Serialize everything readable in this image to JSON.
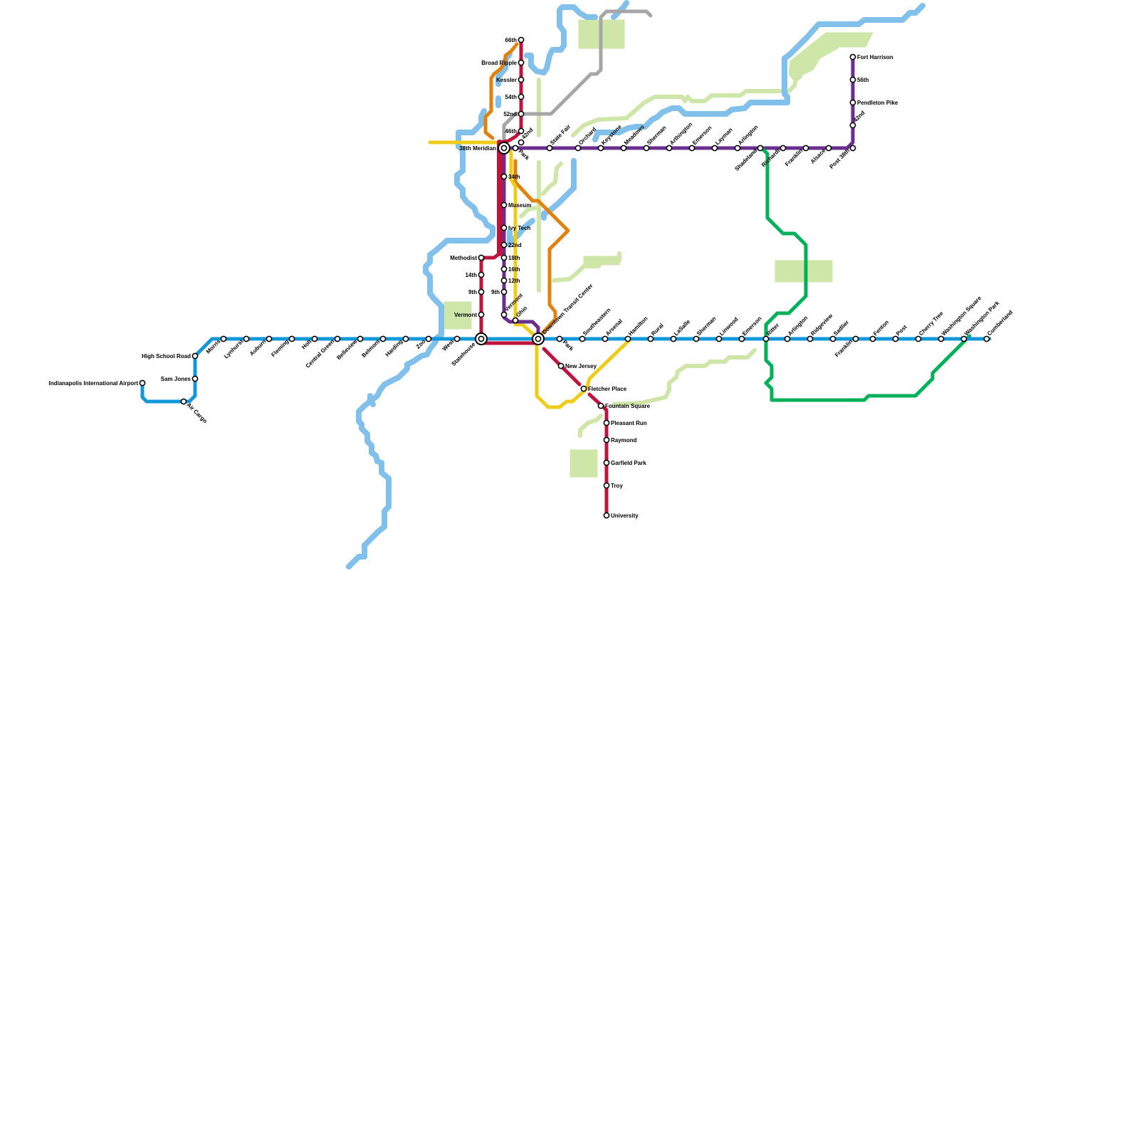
{
  "colors": {
    "background": "#ffffff",
    "water": "#80c0ea",
    "park": "#cfe6a9",
    "blue_line": "#1297d8",
    "red_line": "#c0143c",
    "purple_line": "#6b2d8f",
    "yellow_line": "#f0cc1a",
    "orange_line": "#e0820e",
    "green_line": "#00b159",
    "gray_line": "#a6a6a6"
  },
  "hubs": {
    "downtown": "Downtown Transit Center",
    "statehouse": "Statehouse",
    "meridian_38th": "38th Meridian"
  },
  "lines": {
    "blue": {
      "stations": [
        "Indianapolis International Airport",
        "Air Cargo",
        "Sam Jones",
        "High School Road",
        "Morris",
        "Lynhurst",
        "Auburn",
        "Fleming",
        "Holt",
        "Central Green",
        "Belleview",
        "Belmont",
        "Harding",
        "Zoo",
        "West",
        "Statehouse",
        "Downtown Transit Center",
        "Park",
        "Southeastern",
        "Arsenal",
        "Hamilton",
        "Rural",
        "LaSalle",
        "Sherman",
        "Linwood",
        "Emerson",
        "Ritter",
        "Arlington",
        "Ridgeview",
        "Sadlier",
        "Franklin",
        "Fenton",
        "Post",
        "Cherry Tree",
        "Washington Square",
        "Washington Park",
        "Cumberland"
      ]
    },
    "red": {
      "north_stations": [
        "66th",
        "Broad Ripple",
        "Kessler",
        "54th",
        "52nd",
        "46th",
        "42nd"
      ],
      "west_stations": [
        "Methodist",
        "14th",
        "9th",
        "Vermont"
      ],
      "south_stations": [
        "New Jersey",
        "Fletcher Place",
        "Fountain Square",
        "Pleasant Run",
        "Raymond",
        "Garfield Park",
        "Troy",
        "University"
      ]
    },
    "purple": {
      "stations": [
        "34th",
        "Museum",
        "Ivy Tech",
        "22nd",
        "18th",
        "16th",
        "12th",
        "9th",
        "Vermont",
        "Ohio",
        "Park",
        "State Fair",
        "Orchard",
        "Keystone",
        "Meadows",
        "Sherman",
        "Arthington",
        "Emerson",
        "Layman",
        "Arlington",
        "Shadeland",
        "Richardt",
        "Franklin",
        "Alsace",
        "Post 38th",
        "42nd",
        "Pendleton Pike",
        "56th",
        "Fort Harrison"
      ]
    }
  }
}
